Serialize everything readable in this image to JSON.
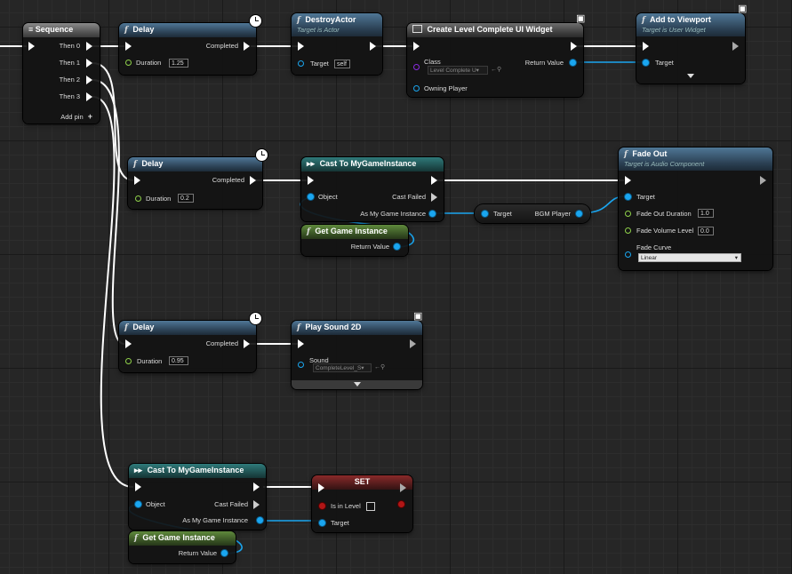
{
  "sequence": {
    "title": "Sequence",
    "pins": [
      "Then 0",
      "Then 1",
      "Then 2",
      "Then 3"
    ],
    "add_pin": "Add pin"
  },
  "delay1": {
    "title": "Delay",
    "completed": "Completed",
    "duration_label": "Duration",
    "duration_value": "1.25"
  },
  "destroy_actor": {
    "title": "DestroyActor",
    "subtitle": "Target is Actor",
    "target_label": "Target",
    "target_value": "self"
  },
  "create_widget": {
    "title": "Create Level Complete UI Widget",
    "class_label": "Class",
    "class_value": "Level Complete U▾",
    "return_label": "Return Value",
    "owning_label": "Owning Player"
  },
  "add_viewport": {
    "title": "Add to Viewport",
    "subtitle": "Target is User Widget",
    "target_label": "Target"
  },
  "delay2": {
    "title": "Delay",
    "completed": "Completed",
    "duration_label": "Duration",
    "duration_value": "0.2"
  },
  "cast1": {
    "title": "Cast To MyGameInstance",
    "object_label": "Object",
    "cast_failed": "Cast Failed",
    "as_label": "As My Game Instance"
  },
  "get_gi1": {
    "title": "Get Game Instance",
    "return_label": "Return Value"
  },
  "bgm_getter": {
    "target_label": "Target",
    "output_label": "BGM Player"
  },
  "fade_out": {
    "title": "Fade Out",
    "subtitle": "Target is Audio Component",
    "target_label": "Target",
    "fade_duration_label": "Fade Out Duration",
    "fade_duration_value": "1.0",
    "fade_volume_label": "Fade Volume Level",
    "fade_volume_value": "0.0",
    "curve_label": "Fade Curve",
    "curve_value": "Linear"
  },
  "delay3": {
    "title": "Delay",
    "completed": "Completed",
    "duration_label": "Duration",
    "duration_value": "0.95"
  },
  "play_sound": {
    "title": "Play Sound 2D",
    "sound_label": "Sound",
    "sound_value": "CompleteLevel_S▾"
  },
  "cast2": {
    "title": "Cast To MyGameInstance",
    "object_label": "Object",
    "cast_failed": "Cast Failed",
    "as_label": "As My Game Instance"
  },
  "get_gi2": {
    "title": "Get Game Instance",
    "return_label": "Return Value"
  },
  "set_node": {
    "title": "SET",
    "is_in_level_label": "Is in Level",
    "target_label": "Target"
  },
  "colors": {
    "exec_wire": "#ffffff",
    "object_wire": "#1aa6f0",
    "function_header": "#4f7796",
    "pure_header": "#5f8a3c",
    "cast_header": "#2f7a7a",
    "set_header": "#8a2a2a"
  },
  "icons": {
    "function": "function-icon",
    "clock": "latent-clock-icon",
    "monitor": "client-only-icon",
    "cast": "cast-icon",
    "sequence": "sequence-icon",
    "add": "plus-icon"
  }
}
